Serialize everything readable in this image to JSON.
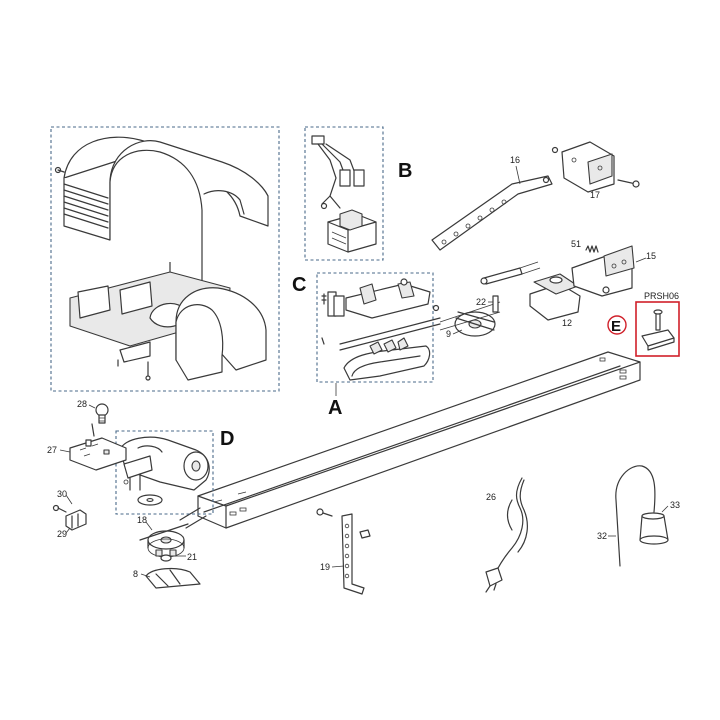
{
  "groups": {
    "A": "A",
    "B": "B",
    "C": "C",
    "D": "D",
    "E": "E"
  },
  "part_code": "PRSH06",
  "parts": {
    "p8": "8",
    "p9": "9",
    "p12": "12",
    "p15": "15",
    "p16": "16",
    "p17": "17",
    "p18": "18",
    "p19": "19",
    "p21": "21",
    "p22": "22",
    "p26": "26",
    "p27": "27",
    "p28": "28",
    "p29": "29",
    "p30": "30",
    "p32": "32",
    "p33": "33",
    "p51": "51"
  },
  "colors": {
    "group_box_border": "#4a6a8a",
    "highlight": "#d0202a"
  }
}
